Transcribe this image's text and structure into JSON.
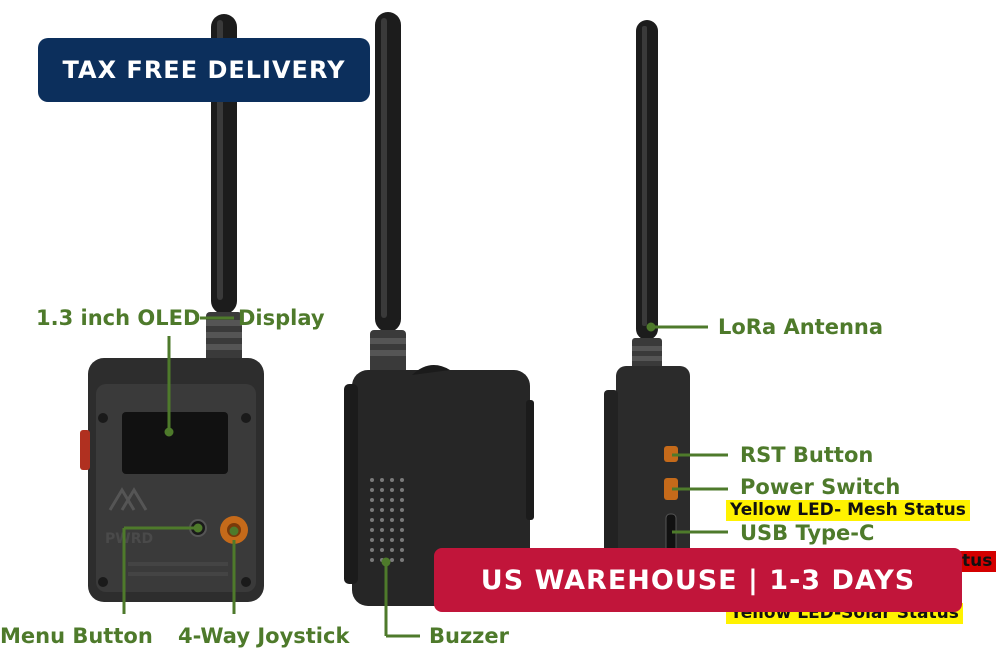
{
  "badges": {
    "top": "TAX FREE DELIVERY",
    "bottom": "US WAREHOUSE | 1-3 DAYS"
  },
  "labels": {
    "oled_left": "1.3 inch OLED",
    "oled_right": "Display",
    "menu_button": "Menu Button",
    "joystick": "4-Way Joystick",
    "buzzer": "Buzzer",
    "lora_antenna": "LoRa Antenna",
    "rst_button": "RST Button",
    "power_switch": "Power Switch",
    "mesh_status": "Yellow LED- Mesh Status",
    "usb": "USB Type-C",
    "charge_status_partial": "tus",
    "solar_status": "Yellow LED-Solar Status"
  },
  "device_marking": "PWRD",
  "colors": {
    "label_green": "#4e7a2b",
    "navy": "#0c2f5c",
    "red_badge": "#c1153a",
    "highlight_yellow": "#fff200",
    "highlight_red": "#d40000",
    "device_body": "#2b2b2b"
  }
}
